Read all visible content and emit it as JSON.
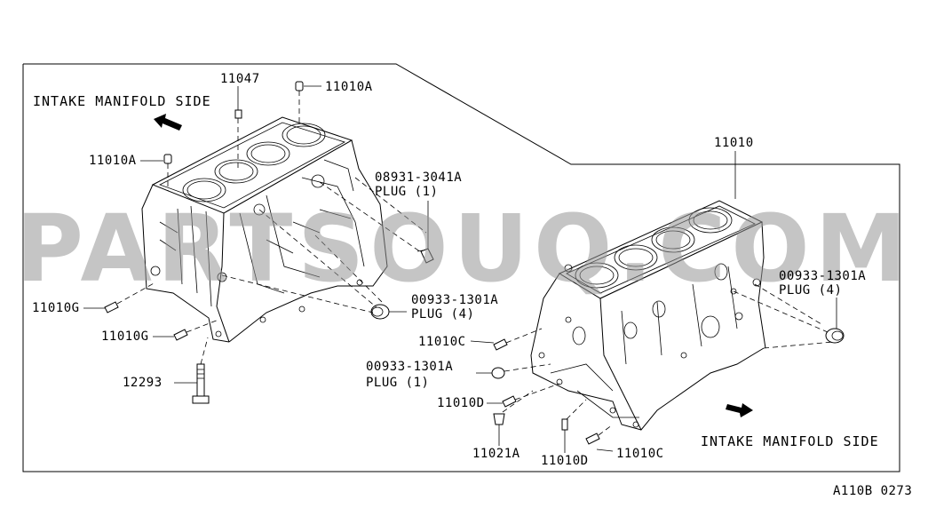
{
  "labels": {
    "intake_left": "INTAKE MANIFOLD SIDE",
    "intake_right": "INTAKE MANIFOLD SIDE",
    "p11047": "11047",
    "p11010A_top": "11010A",
    "p11010A_left": "11010A",
    "p08931": "08931-3041A",
    "p08931_plug": "PLUG (1)",
    "p11010_assy": "11010",
    "p00933_mid": "00933-1301A",
    "p00933_mid_plug": "PLUG (4)",
    "p00933_right": "00933-1301A",
    "p00933_right_plug": "PLUG (4)",
    "p11010G_1": "11010G",
    "p11010G_2": "11010G",
    "p12293": "12293",
    "p11010C_1": "11010C",
    "p00933_low": "00933-1301A",
    "p00933_low_plug": "PLUG (1)",
    "p11010D_1": "11010D",
    "p11021A": "11021A",
    "p11010D_2": "11010D",
    "p11010C_2": "11010C",
    "diagram_code": "A110B 0273"
  },
  "watermark": "PARTSOUQ.COM"
}
